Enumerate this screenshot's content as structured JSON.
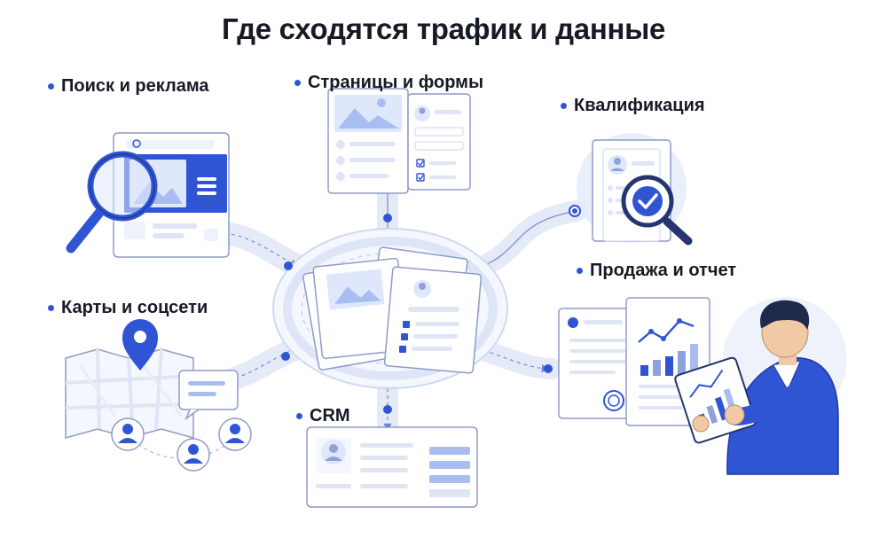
{
  "title": "Где сходятся трафик и данные",
  "nodes": {
    "search": {
      "label": "Поиск и реклама",
      "icon": "magnifier-icon"
    },
    "pages": {
      "label": "Страницы и формы",
      "icon": "form-icon"
    },
    "qualification": {
      "label": "Квалификация",
      "icon": "check-badge-icon"
    },
    "sales": {
      "label": "Продажа и отчет",
      "icon": "chart-report-icon"
    },
    "maps": {
      "label": "Карты и соцсети",
      "icon": "map-pin-icon"
    },
    "crm": {
      "label": "CRM",
      "icon": "contact-card-icon"
    }
  },
  "colors": {
    "accent": "#2f55d4",
    "accent_light": "#a9bdf0",
    "line": "#cdd7ee",
    "outline": "#8d9cc7",
    "card": "#f7f9fe",
    "text": "#161a24"
  }
}
